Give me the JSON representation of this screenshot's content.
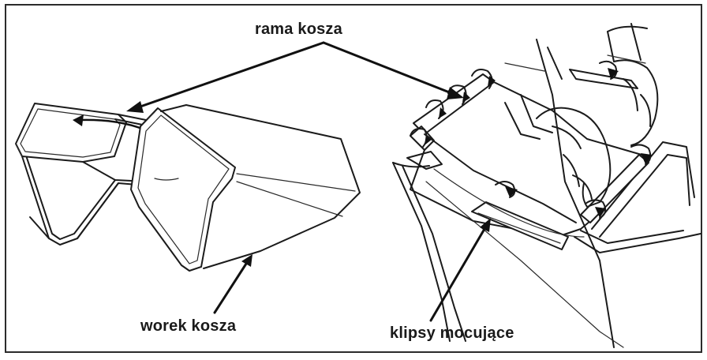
{
  "labels": {
    "frame": "rama kosza",
    "bag": "worek kosza",
    "clips": "klipsy mocujące"
  },
  "colors": {
    "line": "#1b1b1b",
    "background": "#ffffff",
    "border": "#2b2b2b"
  }
}
